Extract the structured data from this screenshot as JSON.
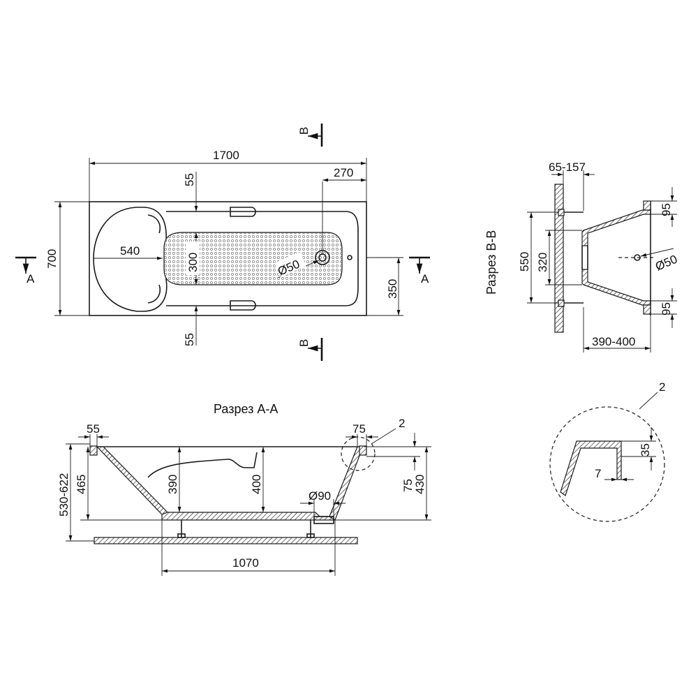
{
  "plan_view": {
    "dims": {
      "length": "1700",
      "width": "700",
      "offset_right": "270",
      "rim_top": "55",
      "rim_bottom": "55",
      "headrest": "540",
      "bottom_width": "300",
      "drain_top": "Ø50",
      "center_half": "350"
    },
    "section_marks": {
      "a_left": "A",
      "a_right": "A",
      "b_top": "B",
      "b_bottom": "B"
    }
  },
  "section_b": {
    "title": "Разрез B-B",
    "dims": {
      "wall_gap": "65-157",
      "height_total": "550",
      "height_inner": "320",
      "leg_top": "95",
      "leg_bottom": "95",
      "drain": "Ø50",
      "depth": "390-400"
    }
  },
  "section_a": {
    "title": "Разрез A-A",
    "dims": {
      "rim_left": "55",
      "rim_right": "75",
      "callout": "2",
      "height_total": "530-622",
      "height_body": "465",
      "depth_inner": "390",
      "depth_mid": "400",
      "drain": "Ø90",
      "rim_to_bottom": "75",
      "depth_right": "430",
      "bottom_length": "1070"
    }
  },
  "detail": {
    "callout": "2",
    "dims": {
      "rim_height": "35",
      "wall_thickness": "7"
    }
  }
}
